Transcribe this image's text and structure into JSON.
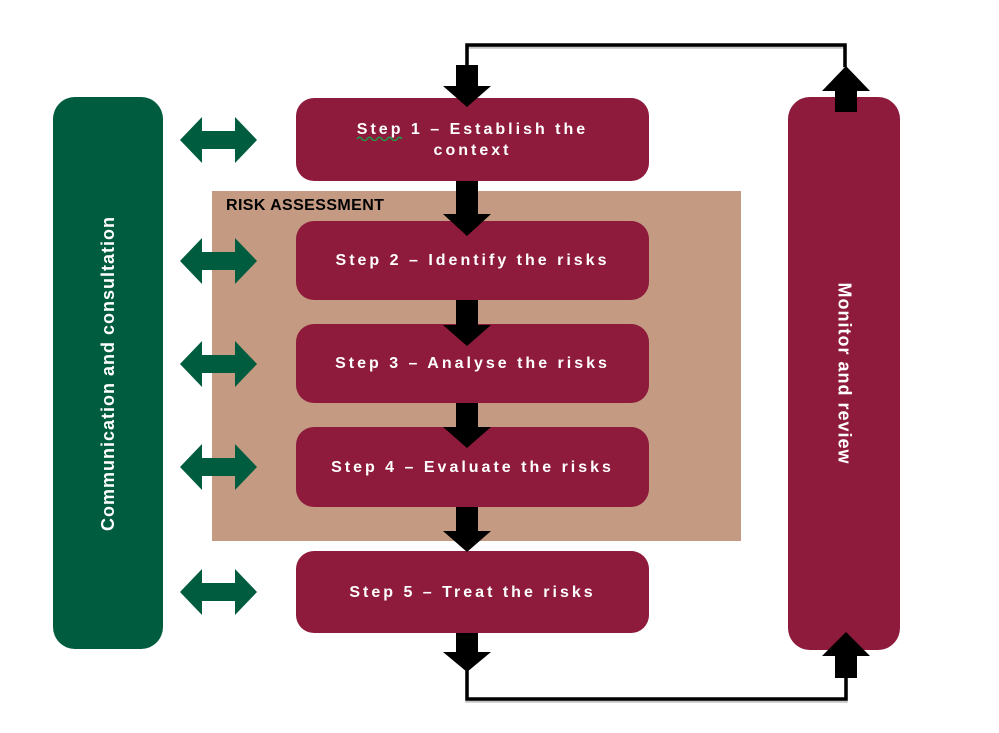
{
  "diagram": {
    "title_note": "Risk management process flowchart",
    "communication_bar": {
      "label": "Communication and consultation"
    },
    "monitor_bar": {
      "label": "Monitor and review"
    },
    "risk_assessment": {
      "label": "RISK ASSESSMENT"
    },
    "steps": [
      {
        "label": "Step 1 – Establish the context"
      },
      {
        "label": "Step 2 – Identify the risks"
      },
      {
        "label": "Step 3 – Analyse the risks"
      },
      {
        "label": "Step 4 – Evaluate the risks"
      },
      {
        "label": "Step 5 – Treat the risks"
      }
    ],
    "colors": {
      "maroon": "#8E1B3C",
      "green": "#005C3E",
      "tan": "#C49A83",
      "black": "#000000",
      "spellcheck_green": "#1E9E4A"
    }
  }
}
